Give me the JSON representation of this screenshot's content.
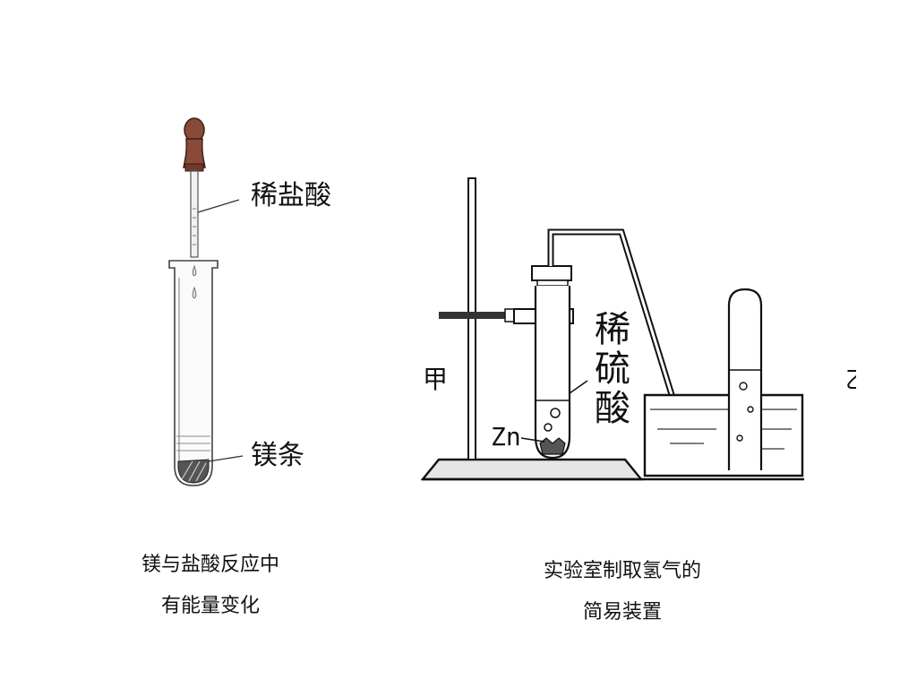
{
  "figure1": {
    "label_acid": "稀盐酸",
    "label_magnesium": "镁条",
    "caption": [
      "镁与盐酸反应中",
      "有能量变化"
    ]
  },
  "figure2": {
    "label_jia": "甲",
    "label_acid_chars": [
      "稀",
      "硫",
      "酸"
    ],
    "label_zn": "Zn",
    "label_yi": "乙",
    "caption": [
      "实验室制取氢气的",
      "简易装置"
    ]
  }
}
